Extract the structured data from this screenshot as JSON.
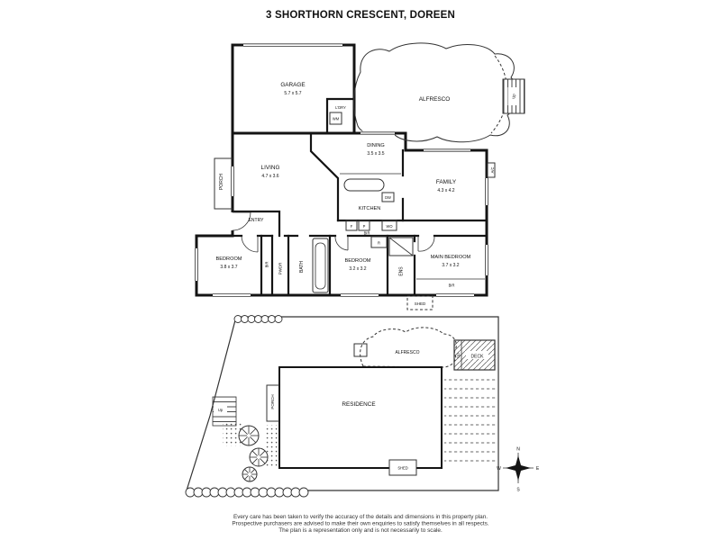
{
  "page": {
    "title": "3 SHORTHORN CRESCENT, DOREEN"
  },
  "floorplan": {
    "garage_name": "GARAGE",
    "garage_dims": "5.7 x 5.7",
    "ldry": "L'DRY",
    "wm": "WM",
    "alfresco": "ALFRESCO",
    "stairs_up": "Up",
    "dining_name": "DINING",
    "dining_dims": "3.5 x 3.5",
    "living_name": "LIVING",
    "living_dims": "4.7 x 3.6",
    "porch": "PORCH",
    "entry": "ENTRY",
    "kitchen": "KITCHEN",
    "dw": "DW",
    "family_name": "FAMILY",
    "family_dims": "4.3 x 4.2",
    "ac": "A/C",
    "fridge": "F",
    "pantry": "P",
    "wall_oven": "WO",
    "bir_hall": "BIR",
    "bed1_name": "BEDROOM",
    "bed1_dims": "3.8 x 3.7",
    "bir_bed1": "BIR",
    "pwdr": "PWDR",
    "bath": "BATH",
    "bed2_name": "BEDROOM",
    "bed2_dims": "3.2 x 3.2",
    "robe": "R",
    "ens": "ENS",
    "main_name": "MAIN BEDROOM",
    "main_dims": "3.7 x 3.2",
    "bir_main": "BIR",
    "shed": "SHED"
  },
  "siteplan": {
    "alfresco": "ALFRESCO",
    "deck": "DECK",
    "deck_up": "Up",
    "porch": "PORCH",
    "residence": "RESIDENCE",
    "stairs_up": "Up",
    "shed": "SHED"
  },
  "compass": {
    "n": "N",
    "e": "E",
    "s": "S",
    "w": "W"
  },
  "disclaimer": {
    "line1": "Every care has been taken to verify the accuracy of the details and dimensions in this property plan.",
    "line2": "Prospective purchasers are advised to make their own enquiries to satisfy themselves in all respects.",
    "line3": "The plan is a representation only and is not necessarily to scale."
  }
}
